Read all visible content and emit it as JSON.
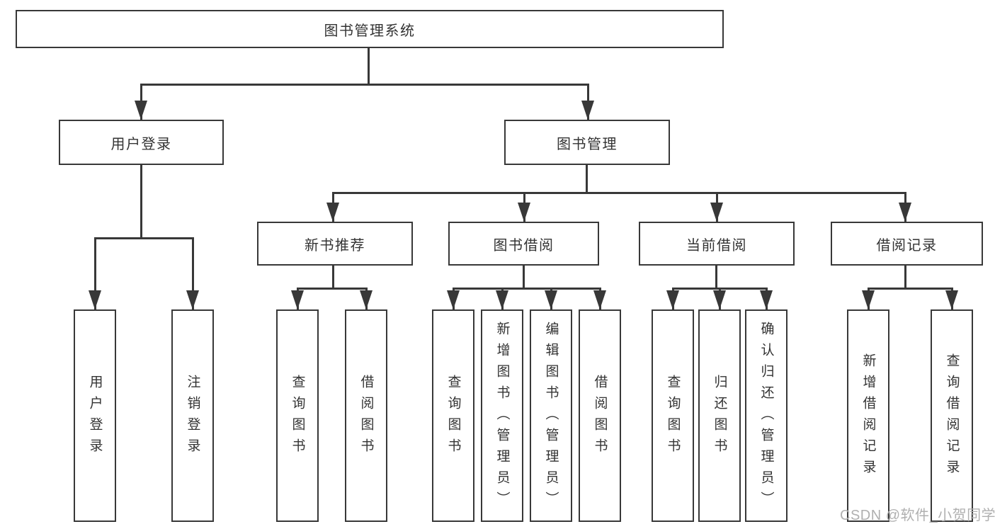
{
  "diagram": {
    "root": {
      "label": "图书管理系统"
    },
    "user_login": {
      "label": "用户登录",
      "children": {
        "login": {
          "label": "用户登录"
        },
        "logout": {
          "label": "注销登录"
        }
      }
    },
    "book_mgmt": {
      "label": "图书管理",
      "children": {
        "new_book_rec": {
          "label": "新书推荐",
          "children": {
            "query_books": {
              "label": "查询图书"
            },
            "borrow_books": {
              "label": "借阅图书"
            }
          }
        },
        "book_borrow": {
          "label": "图书借阅",
          "children": {
            "query_books": {
              "label": "查询图书"
            },
            "add_books": {
              "label": "新增图书（管理员）"
            },
            "edit_books": {
              "label": "编辑图书（管理员）"
            },
            "borrow_books": {
              "label": "借阅图书"
            }
          }
        },
        "current_borrow": {
          "label": "当前借阅",
          "children": {
            "query_books": {
              "label": "查询图书"
            },
            "return_books": {
              "label": "归还图书"
            },
            "confirm_return": {
              "label": "确认归还（管理员）"
            }
          }
        },
        "borrow_records": {
          "label": "借阅记录",
          "children": {
            "add_record": {
              "label": "新增借阅记录"
            },
            "query_record": {
              "label": "查询借阅记录"
            }
          }
        }
      }
    }
  },
  "watermark": {
    "text": "CSDN @软件_小贺同学"
  },
  "colors": {
    "line": "#383838",
    "text": "#333333",
    "background": "#ffffff",
    "watermark": "#b0b0b0"
  }
}
